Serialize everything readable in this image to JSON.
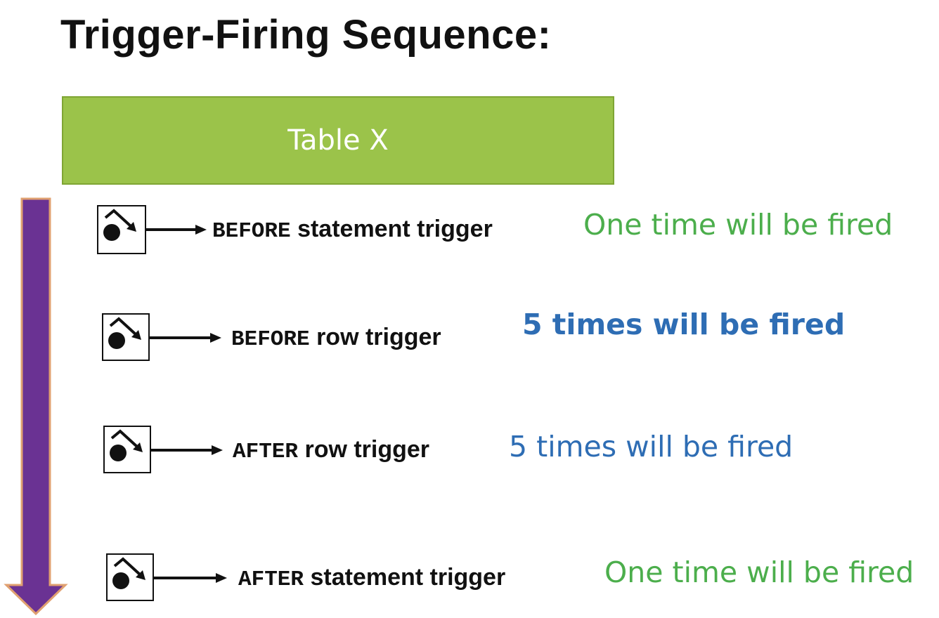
{
  "title": "Trigger-Firing Sequence:",
  "table": {
    "label": "Table X",
    "color": "#9bc34a"
  },
  "flow_arrow": {
    "color": "#6a3293",
    "outline": "#e0a070"
  },
  "triggers": [
    {
      "keyword": "BEFORE",
      "label": " statement trigger",
      "icon": "trigger-icon",
      "note": "One time will be fired",
      "note_color": "#4cae4c"
    },
    {
      "keyword": "BEFORE",
      "label": " row trigger",
      "icon": "trigger-icon",
      "note": "5 times  will be fired",
      "note_color": "#2e6db4"
    },
    {
      "keyword": "AFTER",
      "label": " row trigger",
      "icon": "trigger-icon",
      "note": "5 times  will be fired",
      "note_color": "#2e6db4"
    },
    {
      "keyword": "AFTER",
      "label": " statement trigger",
      "icon": "trigger-icon",
      "note": "One time will be fired",
      "note_color": "#4cae4c"
    }
  ]
}
